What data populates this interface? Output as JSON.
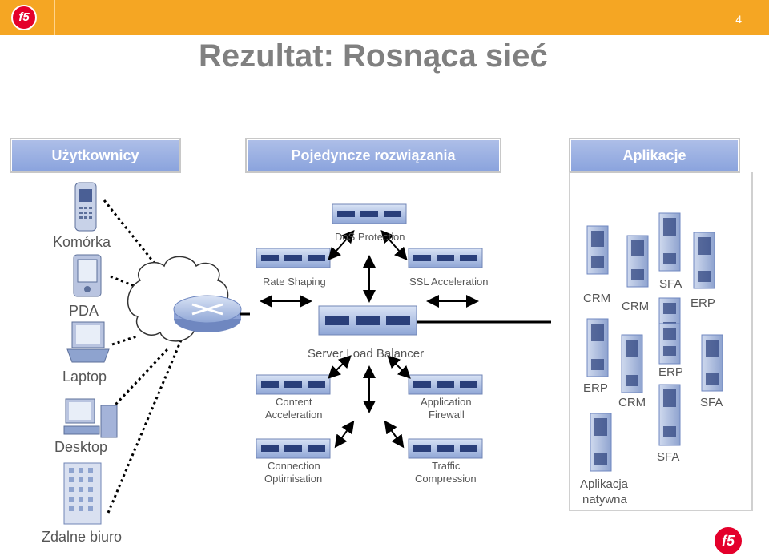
{
  "header": {
    "slide_number": "4"
  },
  "title": "Rezultat: Rosnąca sieć",
  "columns": {
    "users": "Użytkownicy",
    "solutions": "Pojedyncze rozwiązania",
    "apps": "Aplikacje"
  },
  "devices": {
    "mobile": "Komórka",
    "pda": "PDA",
    "laptop": "Laptop",
    "desktop": "Desktop",
    "remote": "Zdalne biuro"
  },
  "modules": {
    "dos": "DoS Protection",
    "rate": "Rate Shaping",
    "ssl": "SSL Acceleration",
    "slb": "Server Load Balancer",
    "content1": "Content",
    "content2": "Acceleration",
    "appfw1": "Application",
    "appfw2": "Firewall",
    "conn1": "Connection",
    "conn2": "Optimisation",
    "traffic1": "Traffic",
    "traffic2": "Compression"
  },
  "servers": {
    "s1": "CRM",
    "s2": "CRM",
    "s3": "SFA",
    "s4": "ERP",
    "s5": "ERP",
    "s6": "CRM",
    "s7": "ERP",
    "s8": "SFA",
    "s9": "SFA",
    "native1": "Aplikacja",
    "native2": "natywna"
  },
  "colors": {
    "accent": "#f5a623",
    "brand": "#e4002b",
    "header_box": "#8aa3dd",
    "text": "#555555"
  }
}
